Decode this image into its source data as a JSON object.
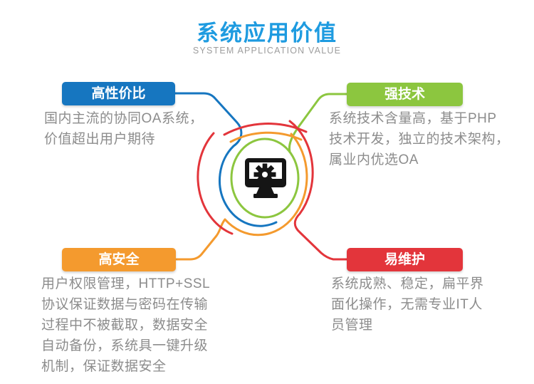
{
  "header": {
    "title": "系统应用价值",
    "subtitle": "SYSTEM APPLICATION VALUE"
  },
  "center": {
    "icon": "monitor-gear-icon"
  },
  "colors": {
    "title_blue": "#1e9be0",
    "blue": "#1676c0",
    "green": "#8cc63f",
    "orange": "#f49a2e",
    "red": "#e3353b",
    "body_text_gray": "#8c8c8c",
    "subtitle_gray": "#9d9d9d",
    "icon_black": "#151515"
  },
  "sections": [
    {
      "id": "cost-performance",
      "label": "高性价比",
      "color": "#1676c0",
      "description": "国内主流的协同OA系统，\n价值超出用户期待"
    },
    {
      "id": "strong-technology",
      "label": "强技术",
      "color": "#8cc63f",
      "description": "系统技术含量高，基于PHP\n技术开发，独立的技术架构，\n属业内优选OA"
    },
    {
      "id": "high-security",
      "label": "高安全",
      "color": "#f49a2e",
      "description": "用户权限管理，HTTP+SSL\n协议保证数据与密码在传输\n过程中不被截取，数据安全\n自动备份，系统具一键升级\n机制，保证数据安全"
    },
    {
      "id": "easy-maintenance",
      "label": "易维护",
      "color": "#e3353b",
      "description": "系统成熟、稳定，扁平界\n面化操作，无需专业IT人\n员管理"
    }
  ]
}
